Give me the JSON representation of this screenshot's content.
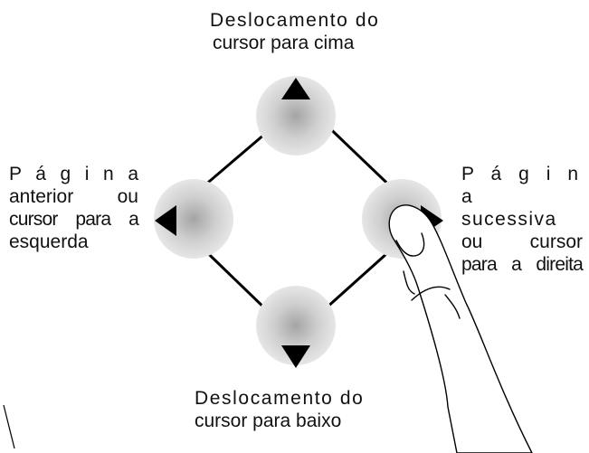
{
  "labels": {
    "up": [
      "Deslocamento do",
      "cursor para cima"
    ],
    "down": [
      "Deslocamento do",
      "cursor para baixo"
    ],
    "left": [
      "P á g i n a",
      "anterior ou",
      "cursor para a",
      "esquerda"
    ],
    "right": [
      "P á g i n a",
      "sucessiva",
      "ou cursor",
      "para a direita"
    ]
  },
  "nodes": [
    "up-arrow-icon",
    "left-arrow-icon",
    "right-arrow-icon",
    "down-arrow-icon"
  ],
  "colors": {
    "line": "#000000",
    "glow": "#b8b8b8",
    "background": "#ffffff"
  }
}
